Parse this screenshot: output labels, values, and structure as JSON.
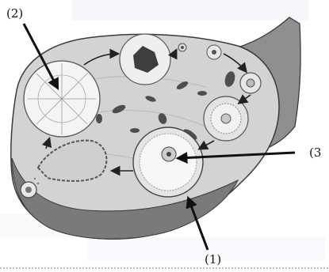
{
  "labels": {
    "label_1": "(1)",
    "label_2": "(2)",
    "label_3": "(3"
  },
  "colors": {
    "ovary_fill": "#d6d6d6",
    "ovary_outline": "#3a3a3a",
    "medulla_dark": "#6b6b6b",
    "follicle_fill": "#eeeeee",
    "arrow": "#111111"
  }
}
